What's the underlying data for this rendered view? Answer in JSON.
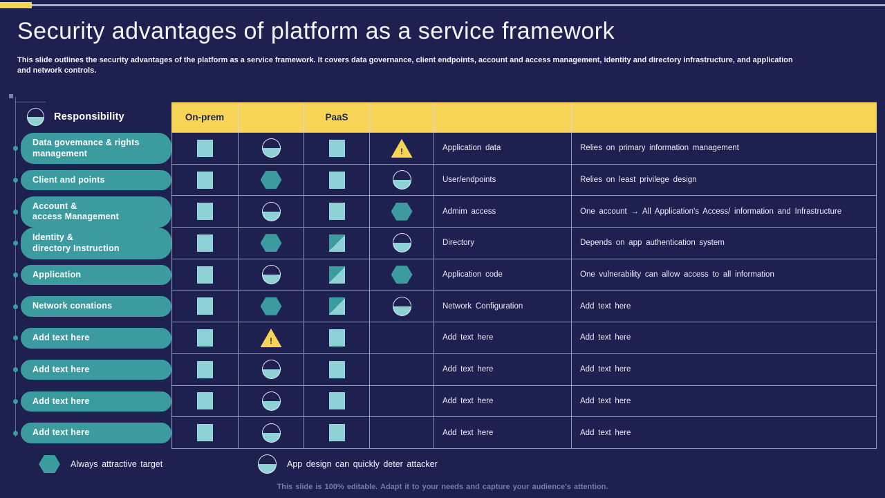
{
  "slide": {
    "title": "Security advantages of platform as a service framework",
    "subtitle": "This slide outlines the security advantages of the platform as a service framework. It covers data governance, client endpoints, account and access management, identity and directory infrastructure, and application and network controls.",
    "footer": "This slide is 100% editable. Adapt it to your needs and capture your audience's attention."
  },
  "table": {
    "corner_header": "Responsibility",
    "corner_icon": "half-circle-icon",
    "column_headers": [
      "On-prem",
      "",
      "PaaS",
      "",
      "",
      ""
    ],
    "rows": [
      {
        "label_lines": [
          "Data govemance & rights",
          "management"
        ],
        "icons": [
          "square",
          "half-circle",
          "square",
          "warning"
        ],
        "item": "Application data",
        "note": "Relies on primary information management"
      },
      {
        "label_lines": [
          "Client and points"
        ],
        "icons": [
          "square",
          "hexagon",
          "square",
          "half-circle"
        ],
        "item": "User/endpoints",
        "note": "Relies on least privilege design"
      },
      {
        "label_lines": [
          "Account &",
          "access Management"
        ],
        "icons": [
          "square",
          "half-circle",
          "square",
          "hexagon"
        ],
        "item": "Admim access",
        "note": "One account → All Application's Access/ information and Infrastructure"
      },
      {
        "label_lines": [
          "Identity &",
          "directory Instruction"
        ],
        "icons": [
          "square",
          "hexagon",
          "diag-square",
          "half-circle"
        ],
        "item": "Directory",
        "note": "Depends on app authentication system"
      },
      {
        "label_lines": [
          "Application"
        ],
        "icons": [
          "square",
          "half-circle",
          "diag-square",
          "hexagon"
        ],
        "item": "Application code",
        "note": "One vulnerability can allow access to all information"
      },
      {
        "label_lines": [
          "Network conations"
        ],
        "icons": [
          "square",
          "hexagon",
          "diag-square",
          "half-circle"
        ],
        "item": "Network Configuration",
        "note": "Add text here"
      },
      {
        "label_lines": [
          "Add text here"
        ],
        "icons": [
          "square",
          "warning",
          "square",
          ""
        ],
        "item": "Add text here",
        "note": "Add text here"
      },
      {
        "label_lines": [
          "Add text here"
        ],
        "icons": [
          "square",
          "half-circle",
          "square",
          ""
        ],
        "item": "Add text here",
        "note": "Add text here"
      },
      {
        "label_lines": [
          "Add text here"
        ],
        "icons": [
          "square",
          "half-circle",
          "square",
          ""
        ],
        "item": "Add text here",
        "note": "Add text here"
      },
      {
        "label_lines": [
          "Add text here"
        ],
        "icons": [
          "square",
          "half-circle",
          "square",
          ""
        ],
        "item": "Add text here",
        "note": "Add text here"
      }
    ]
  },
  "legend": [
    {
      "icon": "hexagon-icon",
      "label": "Always attractive target"
    },
    {
      "icon": "half-circle-icon",
      "label": "App design can quickly deter attacker"
    }
  ],
  "icons": {
    "square": "solid light-teal square",
    "half-circle": "outlined circle, bottom half filled teal",
    "hexagon": "solid dark-teal hexagon",
    "warning": "yellow warning triangle with exclamation mark",
    "diag-square": "square split diagonally dark/light teal"
  },
  "colors": {
    "background": "#1e2050",
    "accent_yellow": "#f7d456",
    "teal_light": "#8fd2d6",
    "teal_dark": "#3b9b9e",
    "grid_line": "#aab0cd"
  }
}
